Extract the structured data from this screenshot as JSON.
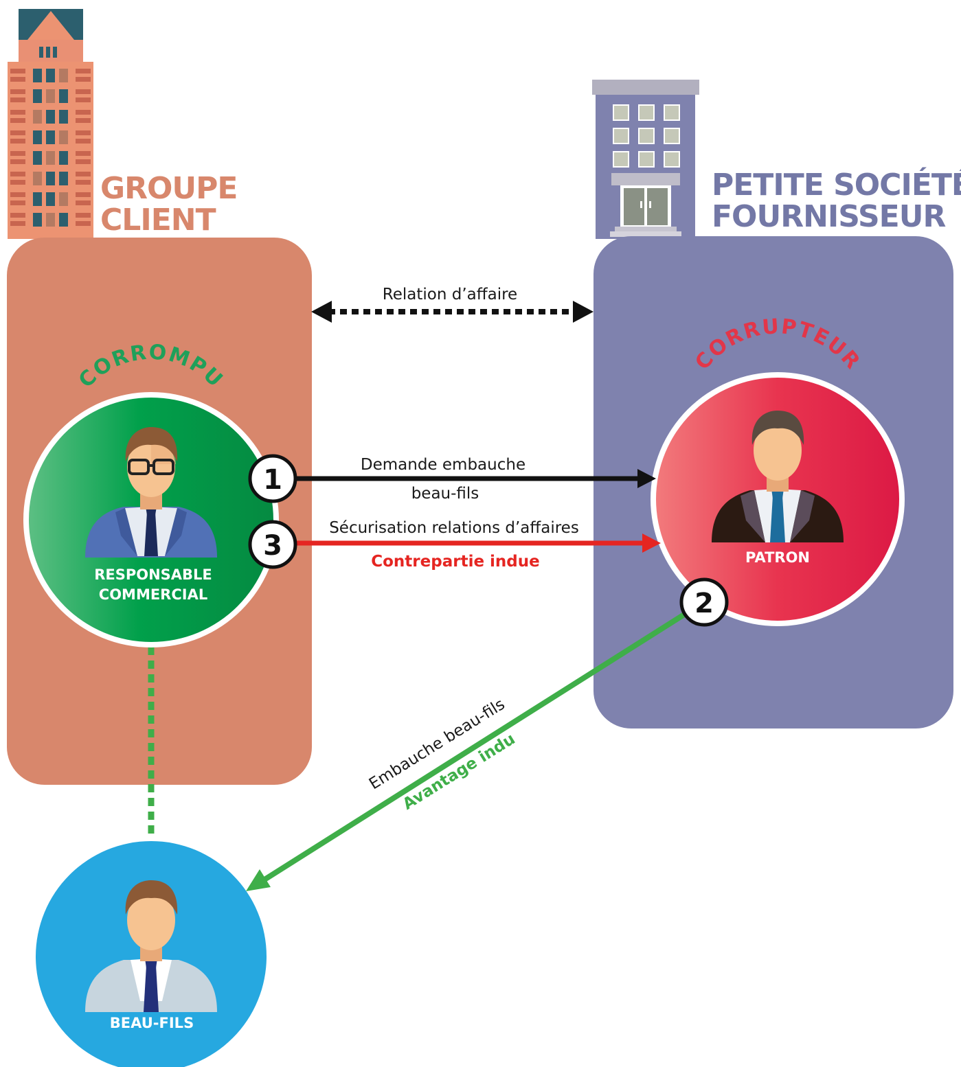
{
  "titles": {
    "left_line1": "GROUPE",
    "left_line2": "CLIENT",
    "right_line1": "PETITE SOCIÉTÉ",
    "right_line2": "FOURNISSEUR"
  },
  "relation_label": "Relation d’affaire",
  "roles": {
    "corrompu": "CORROMPU",
    "corrupteur": "CORRUPTEUR",
    "responsable_line1": "RESPONSABLE",
    "responsable_line2": "COMMERCIAL",
    "patron": "PATRON",
    "beau_fils": "BEAU-FILS"
  },
  "steps": {
    "step1": {
      "number": "1",
      "line1": "Demande embauche",
      "line2": "beau-fils"
    },
    "step2": {
      "number": "2",
      "line1": "Embauche beau-fils",
      "line2": "Avantage indu"
    },
    "step3": {
      "number": "3",
      "line1": "Sécurisation relations d’affaires",
      "line2": "Contrepartie indue"
    }
  },
  "colors": {
    "client": "#d8876c",
    "supplier": "#7f82ae",
    "corrompu_circle": "#01a04b",
    "corrupteur_circle": "#e6284b",
    "beau_fils_circle": "#26a8e0",
    "arrow_black": "#111111",
    "arrow_red": "#e52521",
    "arrow_green": "#3fae49"
  }
}
